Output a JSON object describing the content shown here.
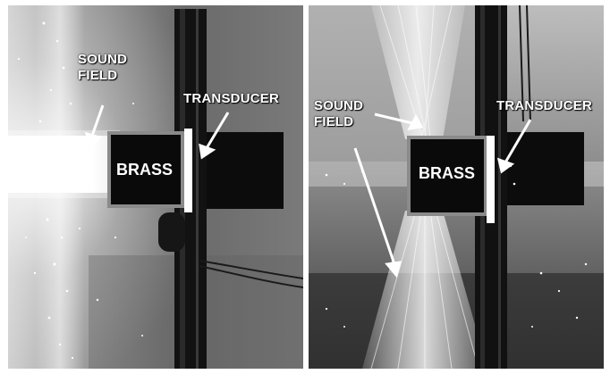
{
  "panels": [
    {
      "sound_field_label": "SOUND\nFIELD",
      "transducer_label": "TRANSDUCER",
      "brass_label": "BRASS"
    },
    {
      "sound_field_label": "SOUND\nFIELD",
      "transducer_label": "TRANSDUCER",
      "brass_label": "BRASS"
    }
  ]
}
